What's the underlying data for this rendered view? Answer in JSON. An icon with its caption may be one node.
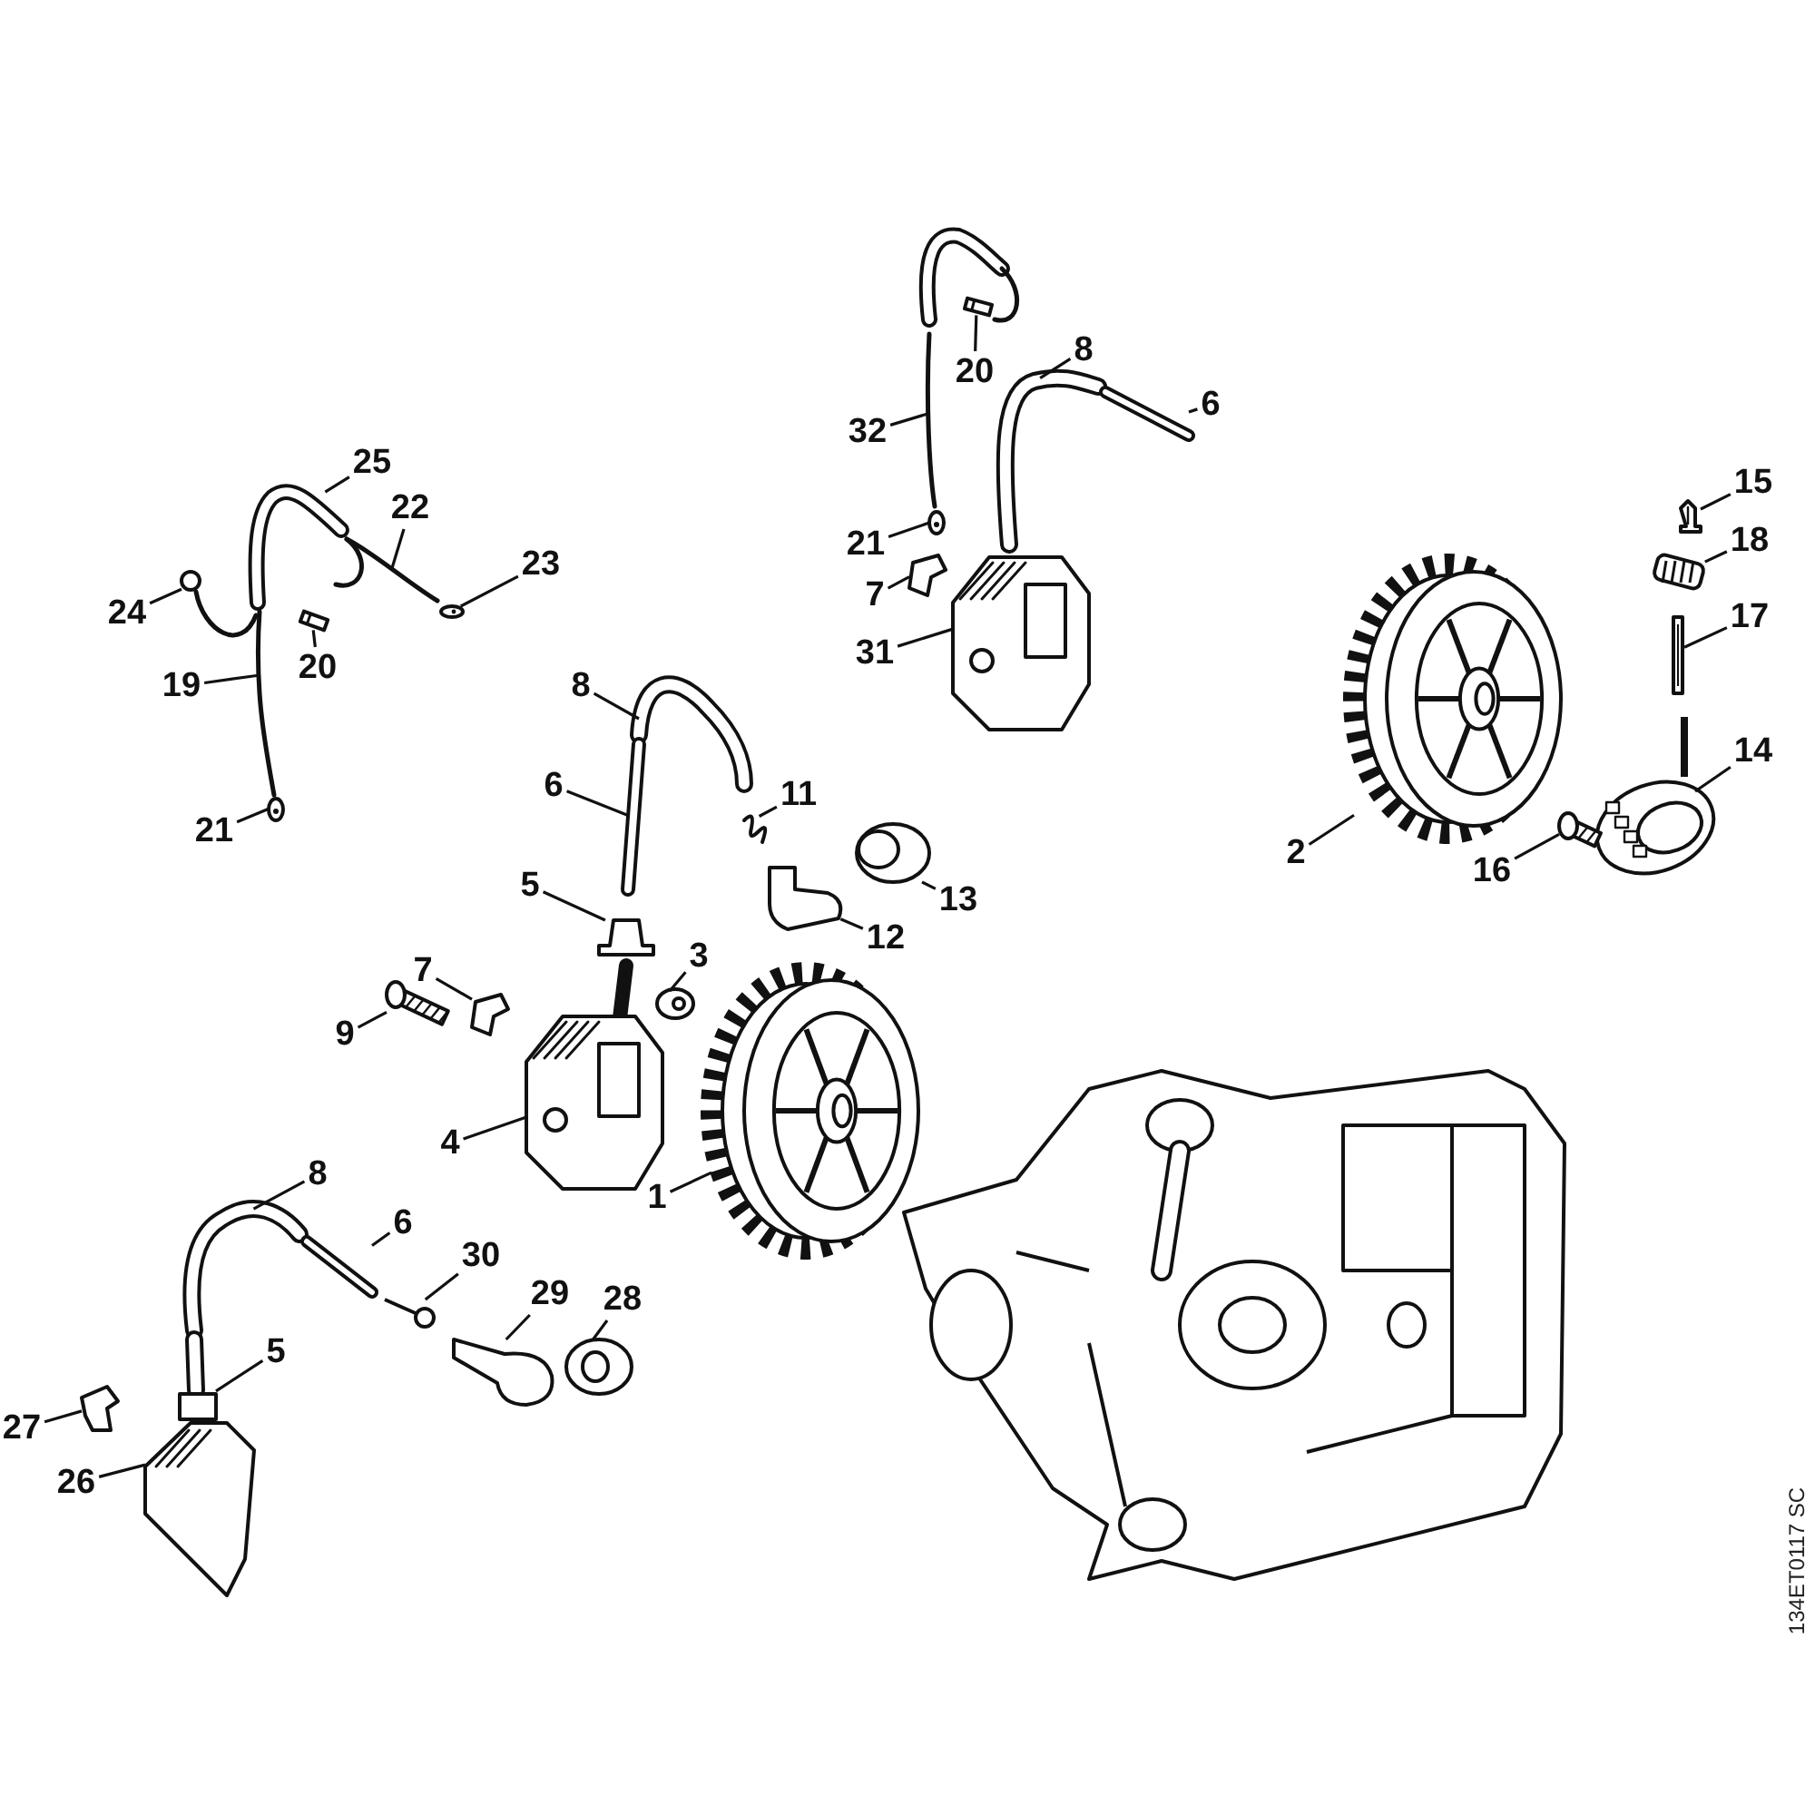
{
  "diagram": {
    "nodes": [
      {
        "text": [
          "20"
        ]
      },
      {
        "text": [
          "8"
        ]
      },
      {
        "text": [
          "6"
        ]
      },
      {
        "text": [
          "32"
        ]
      },
      {
        "text": [
          "25"
        ]
      },
      {
        "text": [
          "15"
        ]
      },
      {
        "text": [
          "22"
        ]
      },
      {
        "text": [
          "21"
        ]
      },
      {
        "text": [
          "18"
        ]
      },
      {
        "text": [
          "23"
        ]
      },
      {
        "text": [
          "7"
        ]
      },
      {
        "text": [
          "24"
        ]
      },
      {
        "text": [
          "17"
        ]
      },
      {
        "text": [
          "20"
        ]
      },
      {
        "text": [
          "31"
        ]
      },
      {
        "text": [
          "19"
        ]
      },
      {
        "text": [
          "8"
        ]
      },
      {
        "text": [
          "14"
        ]
      },
      {
        "text": [
          "6"
        ]
      },
      {
        "text": [
          "11"
        ]
      },
      {
        "text": [
          "21"
        ]
      },
      {
        "text": [
          "2"
        ]
      },
      {
        "text": [
          "16"
        ]
      },
      {
        "text": [
          "5"
        ]
      },
      {
        "text": [
          "13"
        ]
      },
      {
        "text": [
          "12"
        ]
      },
      {
        "text": [
          "3"
        ]
      },
      {
        "text": [
          "7"
        ]
      },
      {
        "text": [
          "9"
        ]
      },
      {
        "text": [
          "4"
        ]
      },
      {
        "text": [
          "8"
        ]
      },
      {
        "text": [
          "1"
        ]
      },
      {
        "text": [
          "6"
        ]
      },
      {
        "text": [
          "30"
        ]
      },
      {
        "text": [
          "29"
        ]
      },
      {
        "text": [
          "28"
        ]
      },
      {
        "text": [
          "5"
        ]
      },
      {
        "text": [
          "27"
        ]
      },
      {
        "text": [
          "26"
        ]
      },
      {
        "text": [],
        "shape": "picture"
      },
      {
        "text": [],
        "shape": "picture"
      },
      {
        "text": [],
        "shape": "picture"
      },
      {
        "text": [],
        "shape": "picture"
      },
      {
        "text": [],
        "shape": "picture"
      },
      {
        "text": [],
        "shape": "picture"
      },
      {
        "text": [],
        "shape": "picture"
      },
      {
        "text": [],
        "shape": "picture"
      },
      {
        "text": [],
        "shape": "picture"
      },
      {
        "text": [],
        "shape": "picture"
      },
      {
        "text": [],
        "shape": "picture"
      },
      {
        "text": [],
        "shape": "picture"
      },
      {
        "text": [],
        "shape": "picture"
      },
      {
        "text": [],
        "shape": "picture"
      },
      {
        "text": [],
        "shape": "picture"
      },
      {
        "text": [],
        "shape": "picture"
      },
      {
        "text": [],
        "shape": "picture"
      },
      {
        "text": [],
        "shape": "picture"
      },
      {
        "text": [],
        "shape": "picture"
      },
      {
        "text": [],
        "shape": "picture"
      },
      {
        "text": [],
        "shape": "picture"
      },
      {
        "text": [],
        "shape": "picture"
      },
      {
        "text": [],
        "shape": "picture"
      },
      {
        "text": [],
        "shape": "picture"
      },
      {
        "text": [],
        "shape": "picture"
      },
      {
        "text": [],
        "shape": "picture"
      },
      {
        "text": [],
        "shape": "picture"
      },
      {
        "text": [],
        "shape": "picture"
      },
      {
        "text": [],
        "shape": "picture"
      },
      {
        "text": [],
        "shape": "picture"
      },
      {
        "text": [],
        "shape": "picture"
      },
      {
        "text": [],
        "shape": "picture"
      },
      {
        "text": [],
        "shape": "picture"
      },
      {
        "text": [],
        "shape": "picture"
      },
      {
        "text": [],
        "shape": "picture"
      },
      {
        "text": [],
        "shape": "picture"
      },
      {
        "text": [],
        "shape": "picture"
      },
      {
        "text": [],
        "shape": "picture"
      },
      {
        "text": [],
        "shape": "picture"
      }
    ],
    "edges": [
      {
        "from": 0,
        "to": 39,
        "arrow": "none"
      },
      {
        "from": 1,
        "to": 40,
        "arrow": "none"
      },
      {
        "from": 2,
        "to": 41,
        "arrow": "none"
      },
      {
        "from": 3,
        "to": 42,
        "arrow": "none"
      },
      {
        "from": 4,
        "to": 43,
        "arrow": "none"
      },
      {
        "from": 5,
        "to": 44,
        "arrow": "none"
      },
      {
        "from": 6,
        "to": 45,
        "arrow": "none"
      },
      {
        "from": 7,
        "to": 46,
        "arrow": "none"
      },
      {
        "from": 8,
        "to": 47,
        "arrow": "none"
      },
      {
        "from": 9,
        "to": 48,
        "arrow": "none"
      },
      {
        "from": 10,
        "to": 49,
        "arrow": "none"
      },
      {
        "from": 11,
        "to": 50,
        "arrow": "none"
      },
      {
        "from": 12,
        "to": 51,
        "arrow": "none"
      },
      {
        "from": 13,
        "to": 52,
        "arrow": "none"
      },
      {
        "from": 14,
        "to": 53,
        "arrow": "none"
      },
      {
        "from": 15,
        "to": 54,
        "arrow": "none"
      },
      {
        "from": 16,
        "to": 55,
        "arrow": "none"
      },
      {
        "from": 17,
        "to": 56,
        "arrow": "none"
      },
      {
        "from": 18,
        "to": 57,
        "arrow": "none"
      },
      {
        "from": 19,
        "to": 58,
        "arrow": "none"
      },
      {
        "from": 20,
        "to": 59,
        "arrow": "none"
      },
      {
        "from": 21,
        "to": 60,
        "arrow": "none"
      },
      {
        "from": 22,
        "to": 61,
        "arrow": "none"
      },
      {
        "from": 23,
        "to": 62,
        "arrow": "none"
      },
      {
        "from": 24,
        "to": 63,
        "arrow": "none"
      },
      {
        "from": 25,
        "to": 64,
        "arrow": "none"
      },
      {
        "from": 26,
        "to": 65,
        "arrow": "none"
      },
      {
        "from": 27,
        "to": 66,
        "arrow": "none"
      },
      {
        "from": 28,
        "to": 67,
        "arrow": "none"
      },
      {
        "from": 29,
        "to": 68,
        "arrow": "none"
      },
      {
        "from": 30,
        "to": 69,
        "arrow": "none"
      },
      {
        "from": 31,
        "to": 70,
        "arrow": "none"
      },
      {
        "from": 32,
        "to": 71,
        "arrow": "none"
      },
      {
        "from": 33,
        "to": 72,
        "arrow": "none"
      },
      {
        "from": 34,
        "to": 73,
        "arrow": "none"
      },
      {
        "from": 35,
        "to": 74,
        "arrow": "none"
      },
      {
        "from": 36,
        "to": 75,
        "arrow": "none"
      },
      {
        "from": 37,
        "to": 76,
        "arrow": "none"
      },
      {
        "from": 38,
        "to": 77,
        "arrow": "none"
      }
    ],
    "labels": [
      "134ET0117 SC"
    ]
  }
}
